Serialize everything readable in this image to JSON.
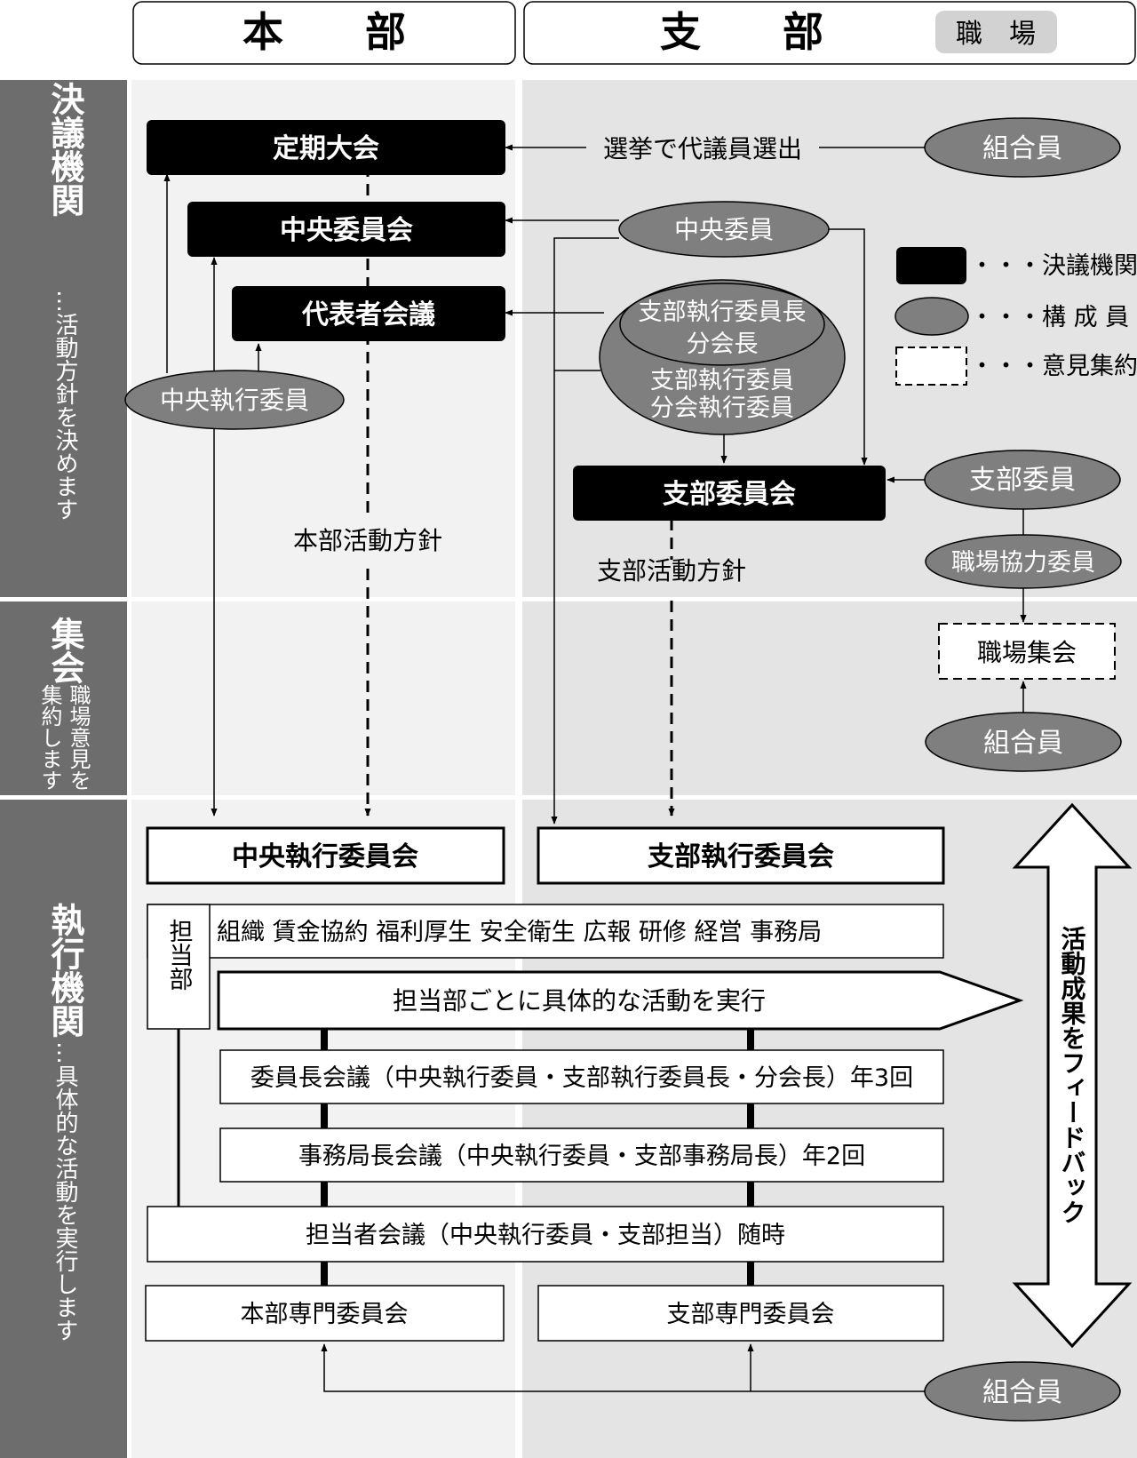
{
  "columns": {
    "honbu": "本　　部",
    "shibu": "支　　部",
    "shokuba": "職　場"
  },
  "sections": {
    "ketsugi": {
      "title": "決議機関",
      "sub": "…活動方針を決めます"
    },
    "shukai": {
      "title": "集会",
      "sub_line1": "職場意見を",
      "sub_line2": "集約します"
    },
    "shikko": {
      "title": "執行機関",
      "sub": "…具体的な活動を実行します"
    }
  },
  "boxes": {
    "teiki_taikai": "定期大会",
    "chuo_iinkai": "中央委員会",
    "daihyosha_kaigi": "代表者会議",
    "shibu_iinkai": "支部委員会",
    "shokuba_shukai": "職場集会",
    "chuo_shikko_iinkai": "中央執行委員会",
    "shibu_shikko_iinkai": "支部執行委員会",
    "tanto_bu_label": "担当部",
    "tanto_bu_list": "組織 賃金協約 福利厚生 安全衛生 広報 研修 経営 事務局",
    "tanto_bu_action": "担当部ごとに具体的な活動を実行",
    "iincho_kaigi": "委員長会議（中央執行委員・支部執行委員長・分会長）年3回",
    "jimukyokucho_kaigi": "事務局長会議（中央執行委員・支部事務局長）年2回",
    "tantosha_kaigi": "担当者会議（中央執行委員・支部担当）随時",
    "honbu_senmon": "本部専門委員会",
    "shibu_senmon": "支部専門委員会"
  },
  "ellipses": {
    "kumiaiin_1": "組合員",
    "chuo_iin": "中央委員",
    "shibu_inner_line1": "支部執行委員長",
    "shibu_inner_line2": "分会長",
    "shibu_outer_line1": "支部執行委員",
    "shibu_outer_line2": "分会執行委員",
    "chuo_shikko_iin": "中央執行委員",
    "shibu_iin": "支部委員",
    "shokuba_kyoryoku_iin": "職場協力委員",
    "kumiaiin_2": "組合員",
    "kumiaiin_3": "組合員"
  },
  "labels": {
    "senkyo": "選挙で代議員選出",
    "honbu_hoshin": "本部活動方針",
    "shibu_hoshin": "支部活動方針",
    "feedback": "活動成果をフィードバック"
  },
  "legend": {
    "ketsugi": "・・・決議機関",
    "koseiin": "・・・構 成 員",
    "iken": "・・・意見集約"
  },
  "colors": {
    "band_dark": "#6d6d6d",
    "honbu_bg": "#f2f2f2",
    "shibu_bg": "#e4e4e4",
    "ellipse_fill": "#7f7f7f",
    "box_black": "#000000"
  }
}
